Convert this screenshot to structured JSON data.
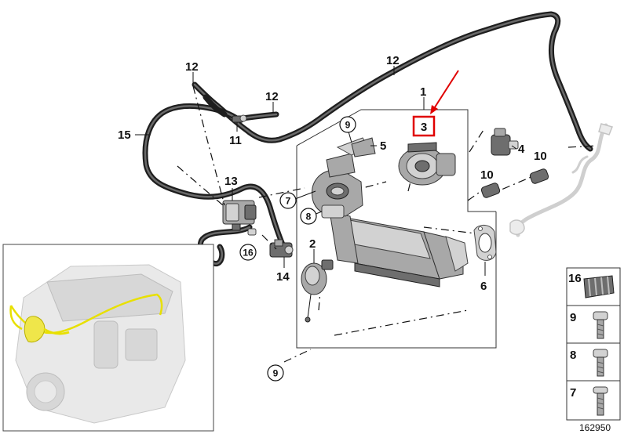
{
  "labels": {
    "l1": "1",
    "l2": "2",
    "l3": "3",
    "l4": "4",
    "l5": "5",
    "l6": "6",
    "l7": "7",
    "l8": "8",
    "l9a": "9",
    "l9b": "9",
    "l10a": "10",
    "l10b": "10",
    "l11": "11",
    "l12a": "12",
    "l12b": "12",
    "l12c": "12",
    "l13": "13",
    "l14": "14",
    "l15": "15",
    "l16": "16"
  },
  "legend": {
    "items": [
      "16",
      "9",
      "8",
      "7"
    ]
  },
  "diagram_number": "162950",
  "colors": {
    "highlight_box": "#e00000",
    "arrow": "#e00000",
    "engine_harness": "#e8e000"
  },
  "icons": {
    "arrow": "red-pointer-arrow-icon",
    "bolt": "bolt-icon",
    "clip": "hose-clip-icon"
  }
}
